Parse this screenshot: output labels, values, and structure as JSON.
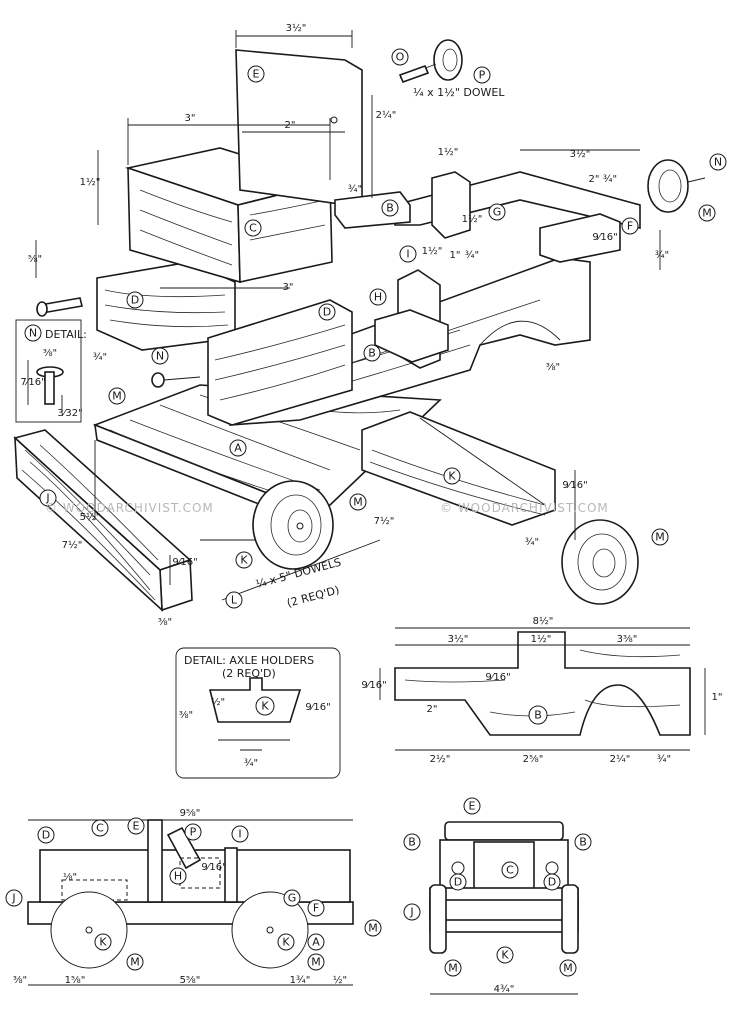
{
  "parts": {
    "A": "A",
    "B": "B",
    "C": "C",
    "D": "D",
    "E": "E",
    "F": "F",
    "G": "G",
    "H": "H",
    "I": "I",
    "J": "J",
    "K": "K",
    "L": "L",
    "M": "M",
    "N": "N",
    "O": "O",
    "P": "P"
  },
  "dimensions": {
    "d_3_1_2": "3½\"",
    "d_3": "3\"",
    "d_2": "2\"",
    "d_2_1_4": "2¼\"",
    "d_1_1_2": "1½\"",
    "d_1": "1\"",
    "d_3_4": "¾\"",
    "d_3_8": "⅜\"",
    "d_1_2": "½\"",
    "d_9_16": "9⁄16\"",
    "d_7_16": "7⁄16\"",
    "d_3_32": "3⁄32\"",
    "d_5_8": "⅝\"",
    "d_5_2": "5½\"",
    "d_7_1_2": "7½\"",
    "d_8_1_2": "8½\"",
    "d_3_3_8": "3⅜\"",
    "d_2_1_2": "2½\"",
    "d_2_5_8": "2⅝\"",
    "d_9_5_8": "9⅝\"",
    "d_1_5_8": "1⅝\"",
    "d_5_5_8": "5⅝\"",
    "d_1_3_4": "1¾\"",
    "d_1_8": "⅛\"",
    "d_4_3_4": "4¾\""
  },
  "notes": {
    "dowel_op": "¼ x 1½\" DOWEL",
    "dowel_l_1": "¼ x 5\" DOWELS",
    "dowel_l_2": "(2 REQ'D)",
    "detail_n": "DETAIL:",
    "detail_axle_1": "DETAIL: AXLE HOLDERS",
    "detail_axle_2": "(2 REQ'D)"
  },
  "watermark": {
    "left": "© WOODARCHIVIST.COM",
    "right": "© WOODARCHIVIST.COM"
  }
}
